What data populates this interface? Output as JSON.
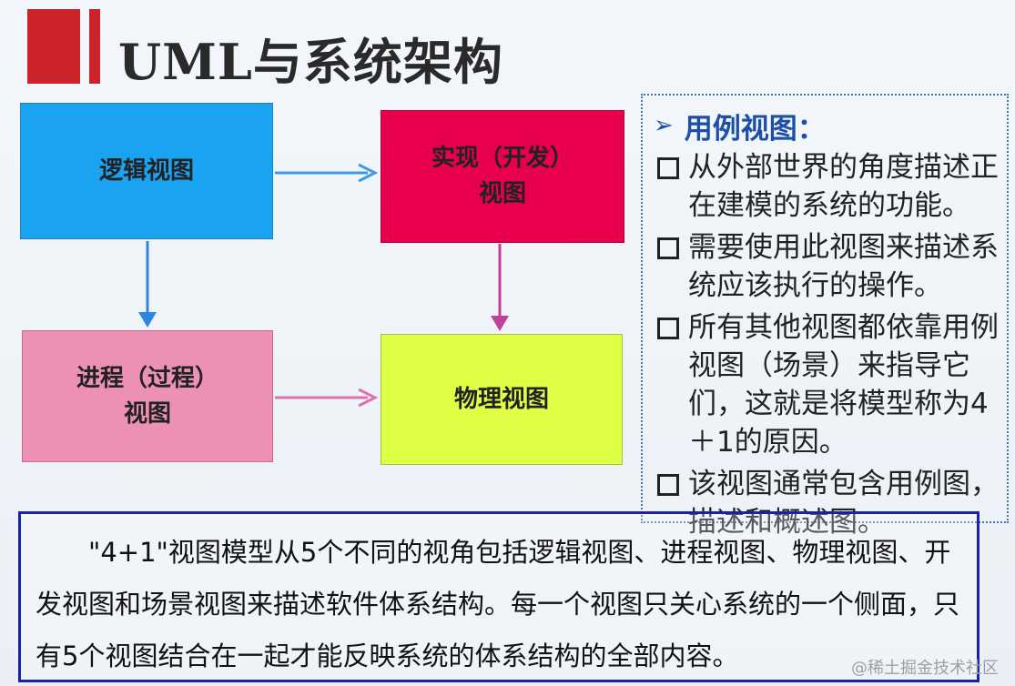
{
  "title": "UML与系统架构",
  "nodes": {
    "logical": {
      "line1": "逻辑视图"
    },
    "implementation": {
      "line1": "实现（开发）",
      "line2": "视图"
    },
    "process": {
      "line1": "进程（过程）",
      "line2": "视图"
    },
    "physical": {
      "line1": "物理视图"
    }
  },
  "colors": {
    "logical": "#1aa3f0",
    "implementation": "#e8004c",
    "process": "#ec91b4",
    "physical": "#deff44",
    "arrow_blue": "#3d9be9",
    "arrow_magenta": "#c0409a",
    "arrow_pink": "#e070b0",
    "accent_red": "#cc2229",
    "heading_blue": "#1c4fa6",
    "summary_border": "#1c22a8"
  },
  "usecase_panel": {
    "heading": "用例视图：",
    "bullets": [
      "从外部世界的角度描述正在建模的系统的功能。",
      "需要使用此视图来描述系统应该执行的操作。",
      "所有其他视图都依靠用例视图（场景）来指导它们，这就是将模型称为4＋1的原因。",
      "该视图通常包含用例图，描述和概述图。"
    ]
  },
  "summary": {
    "text": "\"4+1\"视图模型从5个不同的视角包括逻辑视图、进程视图、物理视图、开发视图和场景视图来描述软件体系结构。每一个视图只关心系统的一个侧面，只有5个视图结合在一起才能反映系统的体系结构的全部内容。"
  },
  "watermark": "@稀土掘金技术社区"
}
